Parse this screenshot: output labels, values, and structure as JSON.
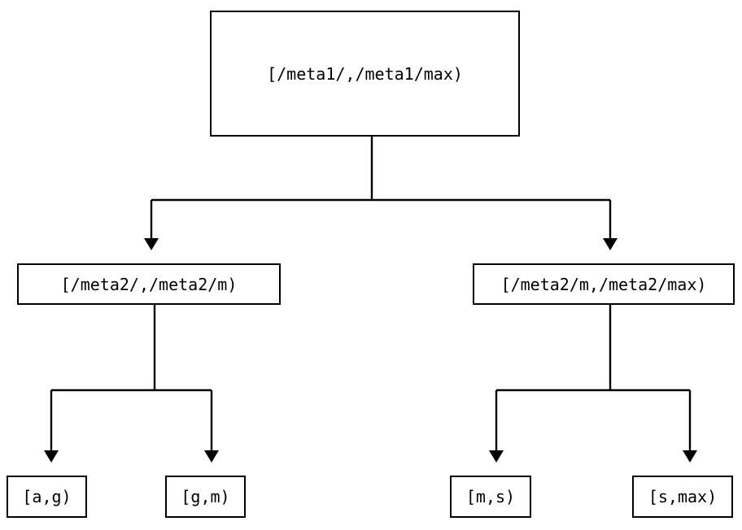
{
  "diagram": {
    "type": "tree",
    "title": "",
    "background_color": "#ffffff",
    "stroke_color": "#000000",
    "text_color": "#000000",
    "nodes": {
      "root": {
        "label": "[/meta1/,/meta1/max)",
        "level": 0
      },
      "mid_left": {
        "label": "[/meta2/,/meta2/m)",
        "level": 1
      },
      "mid_right": {
        "label": "[/meta2/m,/meta2/max)",
        "level": 1
      },
      "leaves": [
        {
          "label": "[a,g)",
          "level": 2
        },
        {
          "label": "[g,m)",
          "level": 2
        },
        {
          "label": "[m,s)",
          "level": 2
        },
        {
          "label": "[s,max)",
          "level": 2
        }
      ]
    },
    "edges": [
      {
        "from": "root",
        "to": "mid_left",
        "arrow": "down"
      },
      {
        "from": "root",
        "to": "mid_right",
        "arrow": "down"
      },
      {
        "from": "mid_left",
        "to": "[a,g)",
        "arrow": "down"
      },
      {
        "from": "mid_left",
        "to": "[g,m)",
        "arrow": "down"
      },
      {
        "from": "mid_right",
        "to": "[m,s)",
        "arrow": "down"
      },
      {
        "from": "mid_right",
        "to": "[s,max)",
        "arrow": "down"
      }
    ]
  }
}
